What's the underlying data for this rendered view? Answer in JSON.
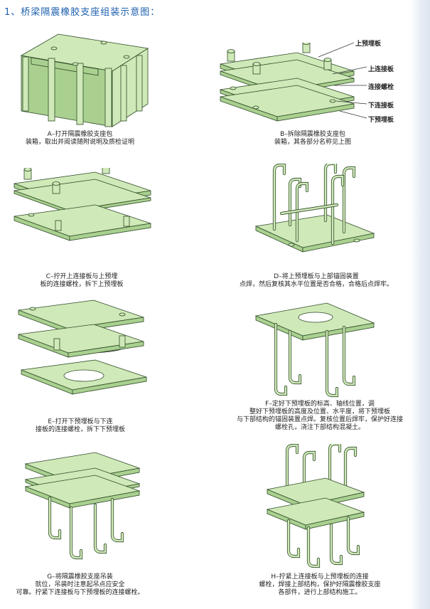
{
  "title": "1、桥梁隔震橡胶支座组装示意图：",
  "parts": {
    "upper_embed": "上预埋板",
    "upper_connect": "上连接板",
    "connect_bolt": "连接螺栓",
    "lower_connect": "下连接板",
    "lower_embed": "下预埋板"
  },
  "steps": [
    {
      "id": "A",
      "lines": [
        "A–打开隔震橡胶支座包",
        "装箱，取出并阅读随附说明及质检证明"
      ]
    },
    {
      "id": "B",
      "lines": [
        "B–拆除隔震橡胶支座包",
        "装箱，其各部分名称见上图"
      ]
    },
    {
      "id": "C",
      "lines": [
        "C–拧开上连接板与上预埋",
        "板的连接螺栓，拆下上预埋板"
      ]
    },
    {
      "id": "D",
      "lines": [
        "D–将上预埋板与上部锚固装置",
        "点焊，然后复核其水平位置是否合格，合格后点焊牢。"
      ]
    },
    {
      "id": "E",
      "lines": [
        "E–打开下预埋板与下连",
        "接板的连接螺栓，拆下下预埋板"
      ]
    },
    {
      "id": "F",
      "lines": [
        "F–定好下预埋板的标高、轴线位置，调",
        "整好下预埋板的高度及位置、水平度，将下预埋板",
        "与下部结构的锚固装置点焊。复核位置后焊牢，保护好连接",
        "螺栓孔，浇注下部结构混凝土。"
      ]
    },
    {
      "id": "G",
      "lines": [
        "G–将隔震橡胶支座吊装",
        "就位，吊装时注意起吊点应安全",
        "可靠。拧紧下连接板与下预埋板的连接螺栓。"
      ]
    },
    {
      "id": "H",
      "lines": [
        "H–拧紧上连接板与上预埋板的连接",
        "螺栓，焊接上部结构，保护好隔震橡胶支座",
        "各部件，进行上部结构施工。"
      ]
    }
  ]
}
